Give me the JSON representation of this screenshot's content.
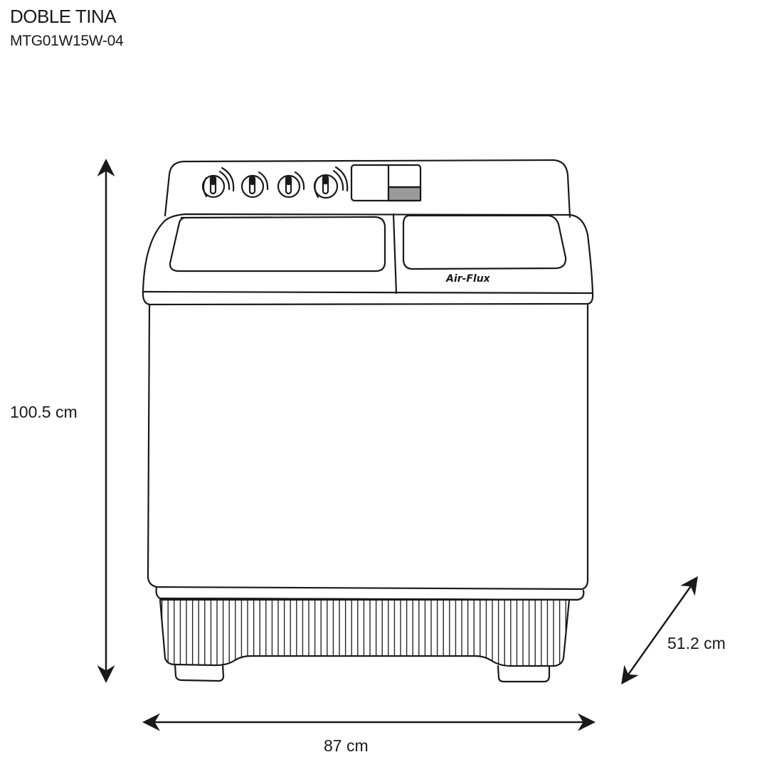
{
  "header": {
    "title": "DOBLE TINA",
    "model": "MTG01W15W-04"
  },
  "product": {
    "type": "twin-tub washing machine",
    "brand_label": "Air-Flux",
    "knobs": 4
  },
  "dimensions": {
    "height": "100.5 cm",
    "width": "87 cm",
    "depth": "51.2 cm"
  },
  "colors": {
    "line": "#1a1a1a",
    "background": "#ffffff",
    "shaded_panel": "#9a9a9a"
  }
}
